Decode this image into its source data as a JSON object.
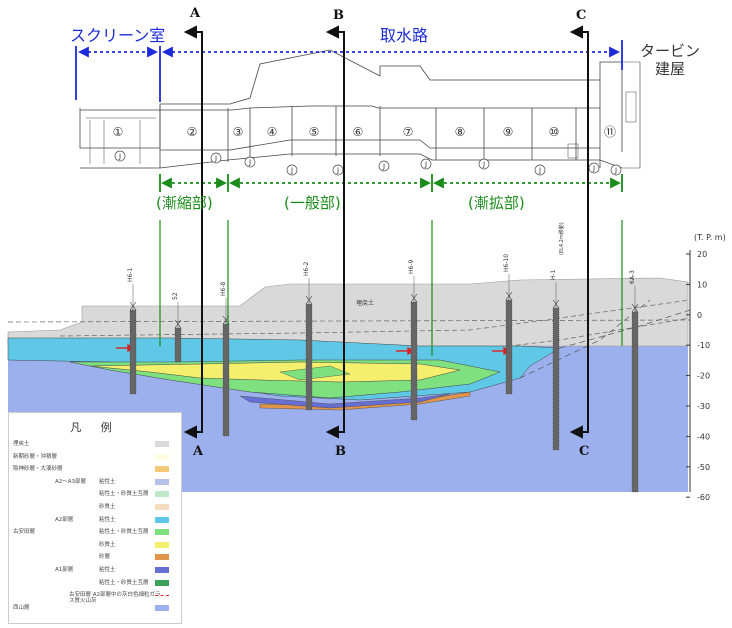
{
  "top_labels": {
    "screen_room": "スクリーン室",
    "intake": "取水路",
    "turbine_line1": "タービン",
    "turbine_line2": "建屋"
  },
  "zones": {
    "taper": "(漸縮部)",
    "general": "(一般部)",
    "expand": "(漸拡部)"
  },
  "sections": [
    {
      "top": "A",
      "bottom": "A"
    },
    {
      "top": "B",
      "bottom": "B"
    },
    {
      "top": "C",
      "bottom": "C"
    }
  ],
  "segments": [
    "①",
    "②",
    "③",
    "④",
    "⑤",
    "⑥",
    "⑦",
    "⑧",
    "⑨",
    "⑩",
    "⑪"
  ],
  "joint_mark": "J",
  "axis": {
    "unit": "(T. P. m)",
    "ticks": [
      "20",
      "10",
      "0",
      "-10",
      "-20",
      "-30",
      "-40",
      "-50",
      "-60"
    ]
  },
  "boreholes": [
    {
      "label": "H6-1"
    },
    {
      "label": "52"
    },
    {
      "label": "H6-8"
    },
    {
      "label": "H6-2"
    },
    {
      "label": "H6-9"
    },
    {
      "label": "H6-10"
    },
    {
      "label": "H-1"
    },
    {
      "label": "6A-3"
    }
  ],
  "borehole_note": "(EL4.2m移動)",
  "fill_label": "埋戻土",
  "legend": {
    "title": "凡 例",
    "items": [
      {
        "group": "",
        "sub": "",
        "label": "埋戻土",
        "color": "#d9d9d9"
      },
      {
        "group": "",
        "sub": "",
        "label": "新期砂層・沖積層",
        "color": "#fffde0"
      },
      {
        "group": "",
        "sub": "",
        "label": "阪神砂層・大湊砂層",
        "color": "#f2c879"
      },
      {
        "group": "A2〜A3部層",
        "sub": "",
        "label": "粘性土",
        "color": "#b7c0e6"
      },
      {
        "group": "",
        "sub": "",
        "label": "粘性土・砂質土互層",
        "color": "#bfe8c8"
      },
      {
        "group": "",
        "sub": "",
        "label": "砂質土",
        "color": "#f5dcc0"
      },
      {
        "group": "A2部層",
        "sub": "",
        "label": "粘性土",
        "color": "#5ec8e6"
      },
      {
        "group": "",
        "sub": "",
        "label": "粘性土・砂質土互層",
        "color": "#7ee07e"
      },
      {
        "group": "",
        "sub": "",
        "label": "砂質土",
        "color": "#f5ef6e"
      },
      {
        "group": "",
        "sub": "",
        "label": "砂層",
        "color": "#e0954a"
      },
      {
        "group": "A1部層",
        "sub": "",
        "label": "粘性土",
        "color": "#6670d4"
      },
      {
        "group": "",
        "sub": "",
        "label": "粘性土・砂質土互層",
        "color": "#3aa05a"
      },
      {
        "group": "",
        "sub": "",
        "label": "古安田層 A2部層中の灰白色細粒ガラス質火山灰",
        "color": "#e02020"
      },
      {
        "group": "",
        "sub": "",
        "label": "西山層",
        "color": "#9db0ee"
      }
    ],
    "formation": "古安田層"
  }
}
